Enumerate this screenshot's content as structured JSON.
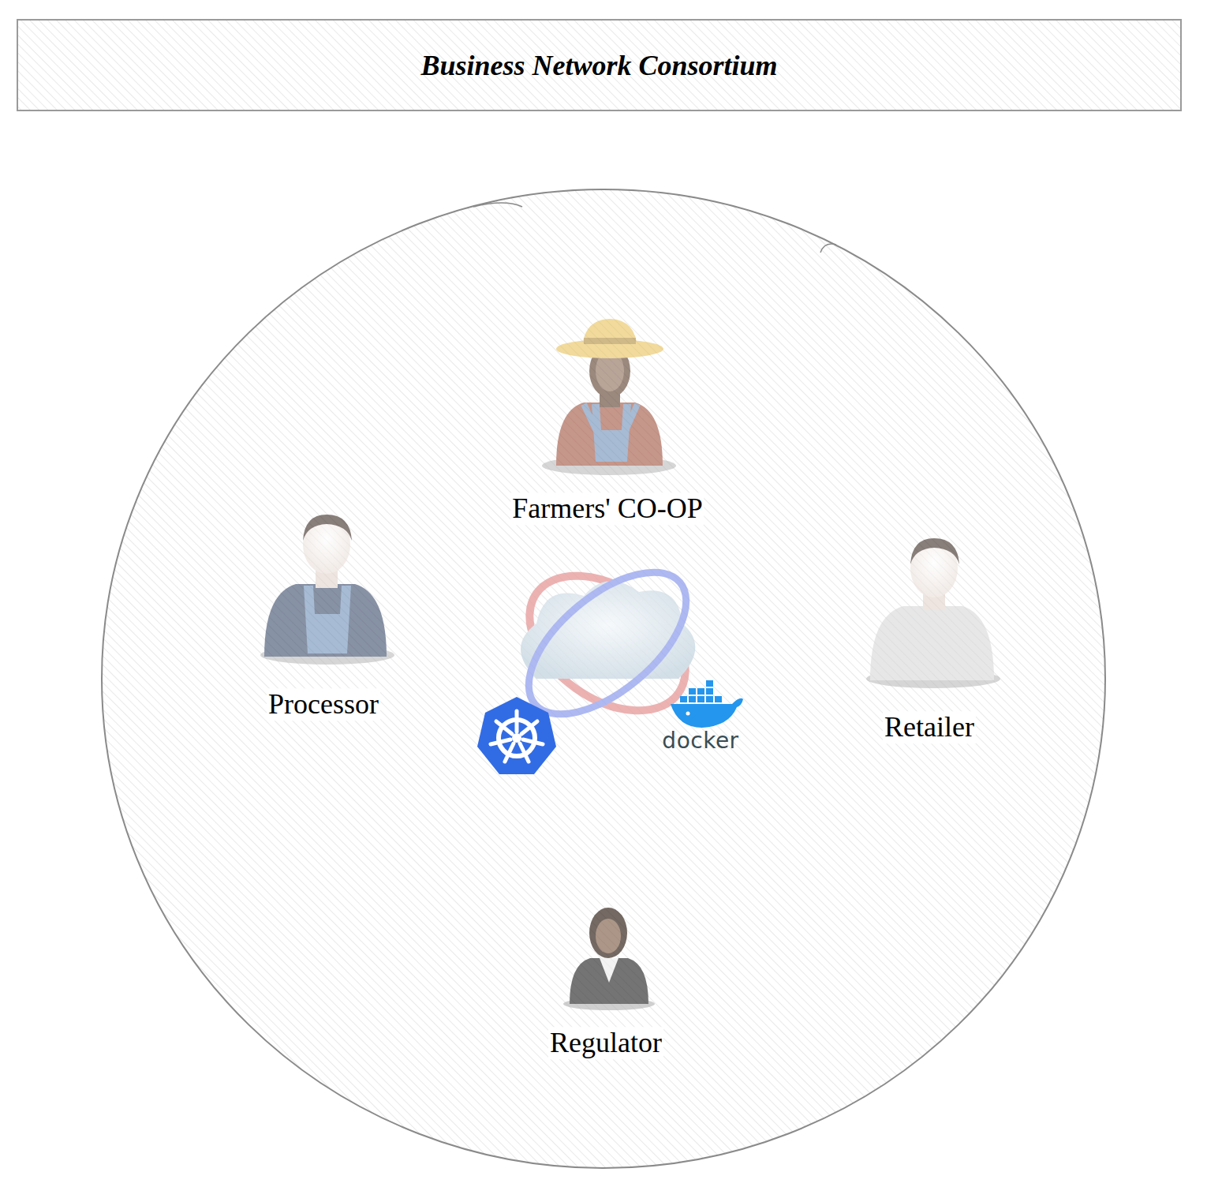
{
  "diagram": {
    "title": "Business Network Consortium",
    "labels": [
      "Farmers' CO-OP",
      "Processor",
      "Retailer",
      "Regulator",
      "docker"
    ]
  }
}
